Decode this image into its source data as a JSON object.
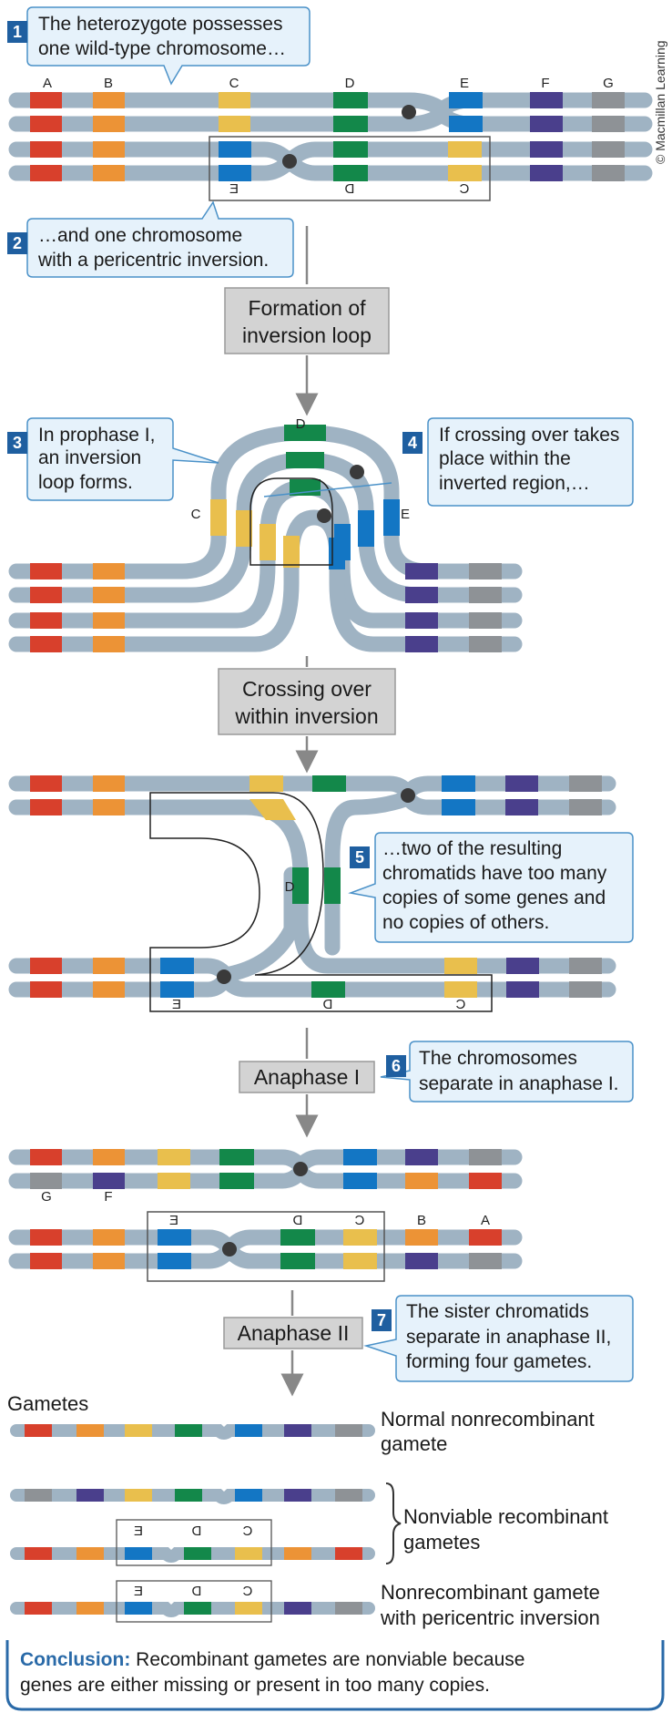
{
  "credit": "© Macmillan Learning",
  "colors": {
    "chromosome": "#9fb3c3",
    "centromere": "#3a3a3a",
    "A": "#d8402c",
    "B": "#ec9336",
    "C": "#e9bf4d",
    "D": "#13884a",
    "E": "#1376c4",
    "F": "#4a3f8c",
    "G": "#8e9296",
    "callout_bg": "#e6f2fb",
    "callout_border": "#4a91c8",
    "step_bg": "#1f5fa0",
    "gray_box": "#d3d3d3",
    "arrow": "#888888",
    "conclusion_border": "#2a6aa8"
  },
  "gene_labels": {
    "A": "A",
    "B": "B",
    "C": "C",
    "D": "D",
    "E": "E",
    "F": "F",
    "G": "G"
  },
  "steps": {
    "s1": {
      "num": "1",
      "line1": "The heterozygote possesses",
      "line2": "one wild-type chromosome…"
    },
    "s2": {
      "num": "2",
      "line1": "…and one chromosome",
      "line2": "with a pericentric inversion."
    },
    "s3": {
      "num": "3",
      "line1": "In prophase I,",
      "line2": "an inversion",
      "line3": "loop forms."
    },
    "s4": {
      "num": "4",
      "line1": "If crossing over takes",
      "line2": "place within the",
      "line3": "inverted region,…"
    },
    "s5": {
      "num": "5",
      "line1": "…two of the resulting",
      "line2": "chromatids have too many",
      "line3": "copies of some genes and",
      "line4": "no copies of others."
    },
    "s6": {
      "num": "6",
      "line1": "The chromosomes",
      "line2": "separate in anaphase I."
    },
    "s7": {
      "num": "7",
      "line1": "The sister chromatids",
      "line2": "separate in anaphase II,",
      "line3": "forming four gametes."
    }
  },
  "process_boxes": {
    "loop": {
      "line1": "Formation of",
      "line2": "inversion loop"
    },
    "crossing": {
      "line1": "Crossing over",
      "line2": "within inversion"
    },
    "anaphase1": "Anaphase I",
    "anaphase2": "Anaphase II"
  },
  "gametes": {
    "heading": "Gametes",
    "normal_line1": "Normal nonrecombinant",
    "normal_line2": "gamete",
    "nonviable_line1": "Nonviable recombinant",
    "nonviable_line2": "gametes",
    "inverted_line1": "Nonrecombinant gamete",
    "inverted_line2": "with pericentric inversion"
  },
  "conclusion": {
    "label": "Conclusion:",
    "line1_rest": " Recombinant gametes are nonviable because",
    "line2": "genes are either missing or present in too many copies."
  }
}
